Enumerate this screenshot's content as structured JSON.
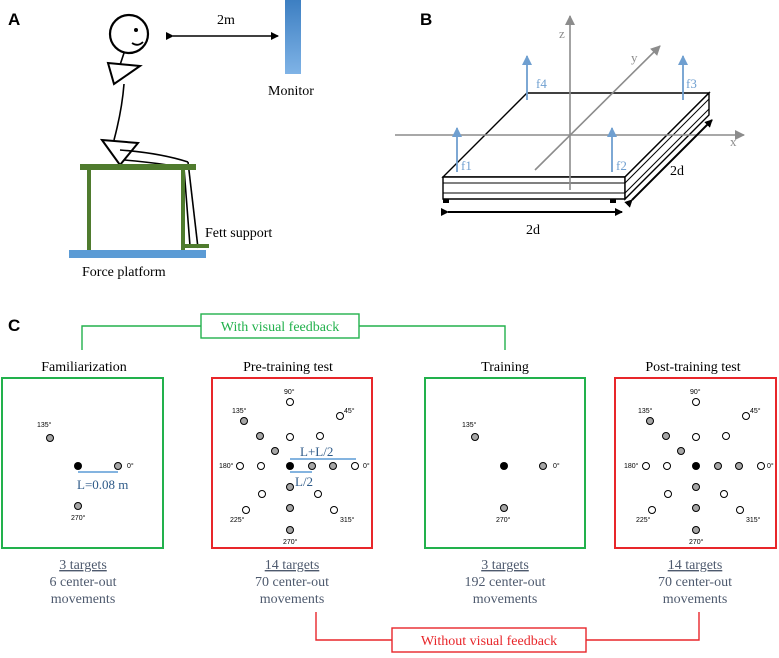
{
  "panels": {
    "a": {
      "letter": "A",
      "distance": "2m",
      "monitor": "Monitor",
      "feet_support": "Fett support",
      "force_platform": "Force platform"
    },
    "b": {
      "letter": "B",
      "axis_x": "x",
      "axis_y": "y",
      "axis_z": "z",
      "forces": [
        "f1",
        "f2",
        "f3",
        "f4"
      ],
      "dim_depth": "2d",
      "dim_width": "2d"
    },
    "c": {
      "letter": "C",
      "with_feedback": "With visual feedback",
      "without_feedback": "Without visual feedback",
      "angles": {
        "a90": "90°",
        "a45": "45°",
        "a0": "0°",
        "a135": "135°",
        "a180": "180°",
        "a225": "225°",
        "a270": "270°",
        "a315": "315°"
      },
      "distance_L": "L=0.08 m",
      "distance_L_half": "L+L/2",
      "distance_half": "L/2",
      "phases": [
        {
          "title": "Familiarization",
          "targets": "3 targets",
          "line2": "6 center-out",
          "line3": "movements",
          "feedback": "with"
        },
        {
          "title": "Pre-training test",
          "targets": "14 targets",
          "line2": "70 center-out",
          "line3": "movements",
          "feedback": "without"
        },
        {
          "title": "Training",
          "targets": "3 targets",
          "line2": "192 center-out",
          "line3": "movements",
          "feedback": "with"
        },
        {
          "title": "Post-training test",
          "targets": "14 targets",
          "line2": "70 center-out",
          "line3": "movements",
          "feedback": "without"
        }
      ]
    }
  },
  "colors": {
    "green": "#22b14c",
    "red": "#e8262a",
    "blue": "#5b9bd5",
    "arrow_blue": "#6f9fd0",
    "gray_text": "#4e5a6e",
    "axis_gray": "#8c8c8c",
    "target_gray": "#a6a6a6",
    "stool_green": "#4f7b2e"
  }
}
